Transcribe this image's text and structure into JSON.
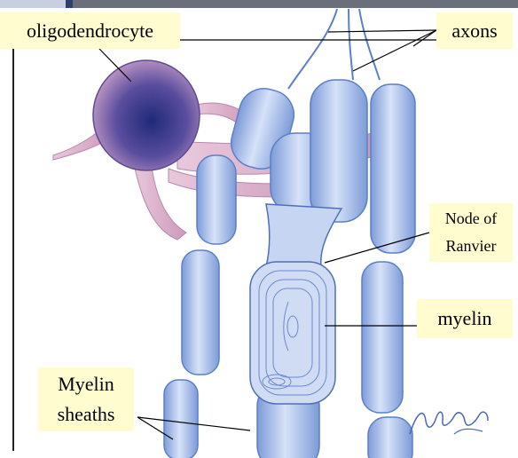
{
  "labels": {
    "oligodendrocyte": "oligodendrocyte",
    "axons": "axons",
    "node_line1": "Node of",
    "node_line2": "Ranvier",
    "myelin": "myelin",
    "sheaths_line1": "Myelin",
    "sheaths_line2": "sheaths"
  },
  "colors": {
    "label_background": "#fffdd0",
    "axon_blue": "#a9c2ec",
    "axon_outline": "#5c7fc7",
    "cell_body": "#3d3f92",
    "cell_processes": "#d6a3c4"
  }
}
